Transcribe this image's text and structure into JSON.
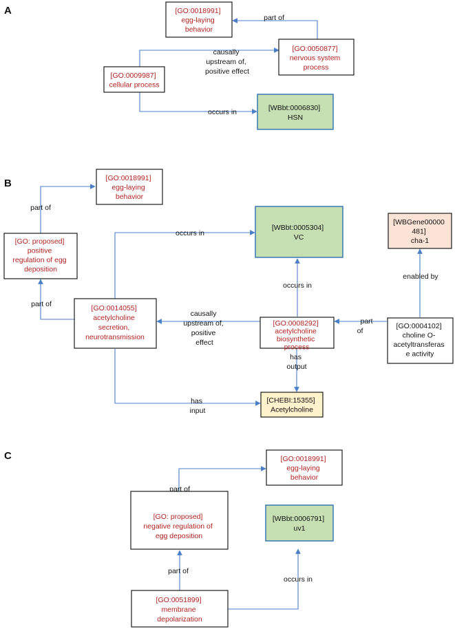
{
  "panels": [
    {
      "label": "A",
      "nodes": [
        {
          "id": "a1",
          "lines": [
            "[GO:0018991]",
            "egg-laying",
            "behavior"
          ],
          "kind": "go"
        },
        {
          "id": "a2",
          "lines": [
            "[GO:0050877]",
            "nervous system",
            "process"
          ],
          "kind": "go"
        },
        {
          "id": "a3",
          "lines": [
            "[GO:0009987]",
            "cellular process"
          ],
          "kind": "go"
        },
        {
          "id": "a4",
          "lines": [
            "[WBbt:0006830]",
            "HSN"
          ],
          "kind": "tissue"
        }
      ],
      "edges": [
        {
          "id": "ea1",
          "label": [
            "part of"
          ]
        },
        {
          "id": "ea2",
          "label": [
            "causally",
            "upstream of,",
            "positive effect"
          ]
        },
        {
          "id": "ea3",
          "label": [
            "occurs in"
          ]
        }
      ]
    },
    {
      "label": "B",
      "nodes": [
        {
          "id": "b1",
          "lines": [
            "[GO:0018991]",
            "egg-laying",
            "behavior"
          ],
          "kind": "go"
        },
        {
          "id": "b2",
          "lines": [
            "[GO: proposed]",
            "positive",
            "regulation of egg",
            "deposition"
          ],
          "kind": "go"
        },
        {
          "id": "b3",
          "lines": [
            "[WBbt:0005304]",
            "VC"
          ],
          "kind": "tissue"
        },
        {
          "id": "b4",
          "lines": [
            "[WBGene00000",
            "481]",
            "cha-1"
          ],
          "kind": "gene"
        },
        {
          "id": "b5",
          "lines": [
            "[GO:0014055]",
            "acetylcholine",
            "secretion,",
            "neurotransmission"
          ],
          "kind": "go"
        },
        {
          "id": "b6",
          "lines": [
            "[GO:0008292]",
            "acetylcholine",
            "biosynthetic",
            "process"
          ],
          "kind": "go"
        },
        {
          "id": "b7",
          "lines": [
            "[GO:0004102]",
            "choline O-",
            "acetyltransferas",
            "e activity"
          ],
          "kind": "plain"
        },
        {
          "id": "b8",
          "lines": [
            "[CHEBI:15355]",
            "Acetylcholine"
          ],
          "kind": "chem"
        }
      ],
      "edges": [
        {
          "id": "eb1",
          "label": [
            "part of"
          ]
        },
        {
          "id": "eb2",
          "label": [
            "part of"
          ]
        },
        {
          "id": "eb3",
          "label": [
            "occurs in"
          ]
        },
        {
          "id": "eb4",
          "label": [
            "occurs in"
          ]
        },
        {
          "id": "eb5",
          "label": [
            "enabled by"
          ]
        },
        {
          "id": "eb6",
          "label": [
            "causally",
            "upstream of,",
            "positive",
            "effect"
          ]
        },
        {
          "id": "eb7",
          "label": [
            "part",
            "of"
          ]
        },
        {
          "id": "eb8",
          "label": [
            "has",
            "output"
          ]
        },
        {
          "id": "eb9",
          "label": [
            "has",
            "input"
          ]
        }
      ]
    },
    {
      "label": "C",
      "nodes": [
        {
          "id": "c1",
          "lines": [
            "[GO:0018991]",
            "egg-laying",
            "behavior"
          ],
          "kind": "go"
        },
        {
          "id": "c2",
          "lines": [
            "[GO: proposed]",
            "negative regulation of",
            "egg deposition"
          ],
          "kind": "go"
        },
        {
          "id": "c3",
          "lines": [
            "[WBbt:0006791]",
            "uv1"
          ],
          "kind": "tissue"
        },
        {
          "id": "c4",
          "lines": [
            "[GO:0051899]",
            "membrane",
            "depolarization"
          ],
          "kind": "go"
        }
      ],
      "edges": [
        {
          "id": "ec1",
          "label": [
            "part of"
          ]
        },
        {
          "id": "ec2",
          "label": [
            "part of"
          ]
        },
        {
          "id": "ec3",
          "label": [
            "occurs in"
          ]
        }
      ]
    }
  ]
}
